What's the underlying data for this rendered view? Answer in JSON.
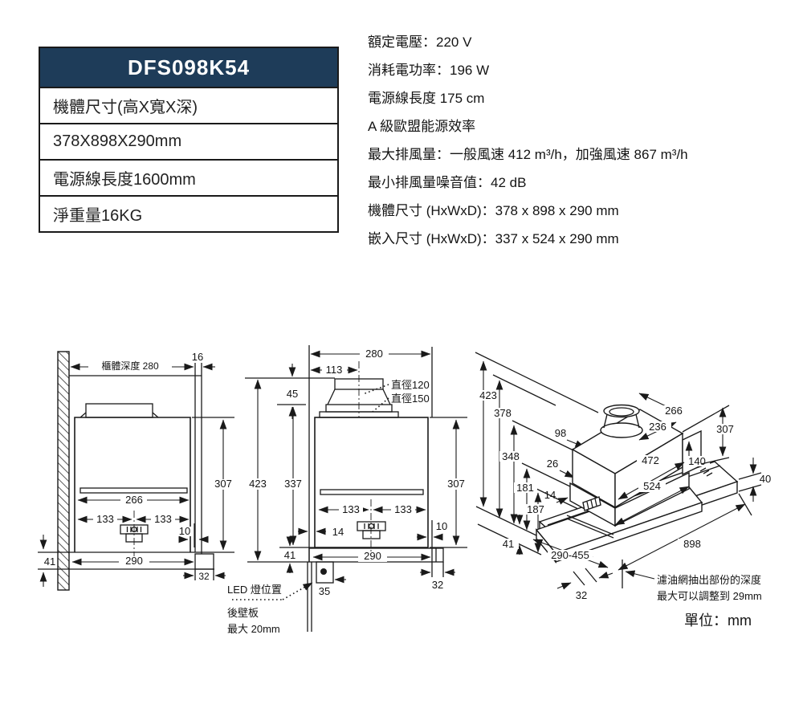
{
  "table": {
    "model": "DFS098K54",
    "rows": [
      "機體尺寸(高X寬X深)",
      "378X898X290mm",
      "電源線長度1600mm",
      "淨重量16KG"
    ]
  },
  "specs": [
    "額定電壓：220 V",
    "消耗電功率：196 W",
    "電源線長度 175 cm",
    "A 級歐盟能源效率",
    "最大排風量：一般風速 412 m³/h，加強風速 867 m³/h",
    "最小排風量噪音值：42 dB",
    "機體尺寸 (HxWxD)：378 x 898 x 290 mm",
    "嵌入尺寸 (HxWxD)：337 x 524 x 290 mm"
  ],
  "side": {
    "depth_label": "櫃體深度 280",
    "d16": "16",
    "d307": "307",
    "d266": "266",
    "d133": "133",
    "d10": "10",
    "d41": "41",
    "d290": "290",
    "d32": "32"
  },
  "front": {
    "d280": "280",
    "d113": "113",
    "d45": "45",
    "dia120": "直徑120",
    "dia150": "直徑150",
    "d423": "423",
    "d337": "337",
    "d307": "307",
    "d133": "133",
    "d14": "14",
    "d10": "10",
    "d41": "41",
    "d290": "290",
    "d35": "35",
    "d32": "32",
    "led_label": "LED 燈位置",
    "rear_label": "後壁板",
    "rear_max": "最大 20mm"
  },
  "iso": {
    "d423": "423",
    "d378": "378",
    "d348": "348",
    "d181": "181",
    "d187": "187",
    "d41": "41",
    "d98": "98",
    "d26": "26",
    "d14": "14",
    "d266": "266",
    "d236": "236",
    "d307": "307",
    "d472": "472",
    "d140": "140",
    "d524": "524",
    "d40": "40",
    "d898": "898",
    "d290_455": "290-455",
    "d32": "32",
    "note1": "濾油網抽出部份的深度",
    "note2": "最大可以調整到 29mm"
  },
  "unit": "單位：mm"
}
